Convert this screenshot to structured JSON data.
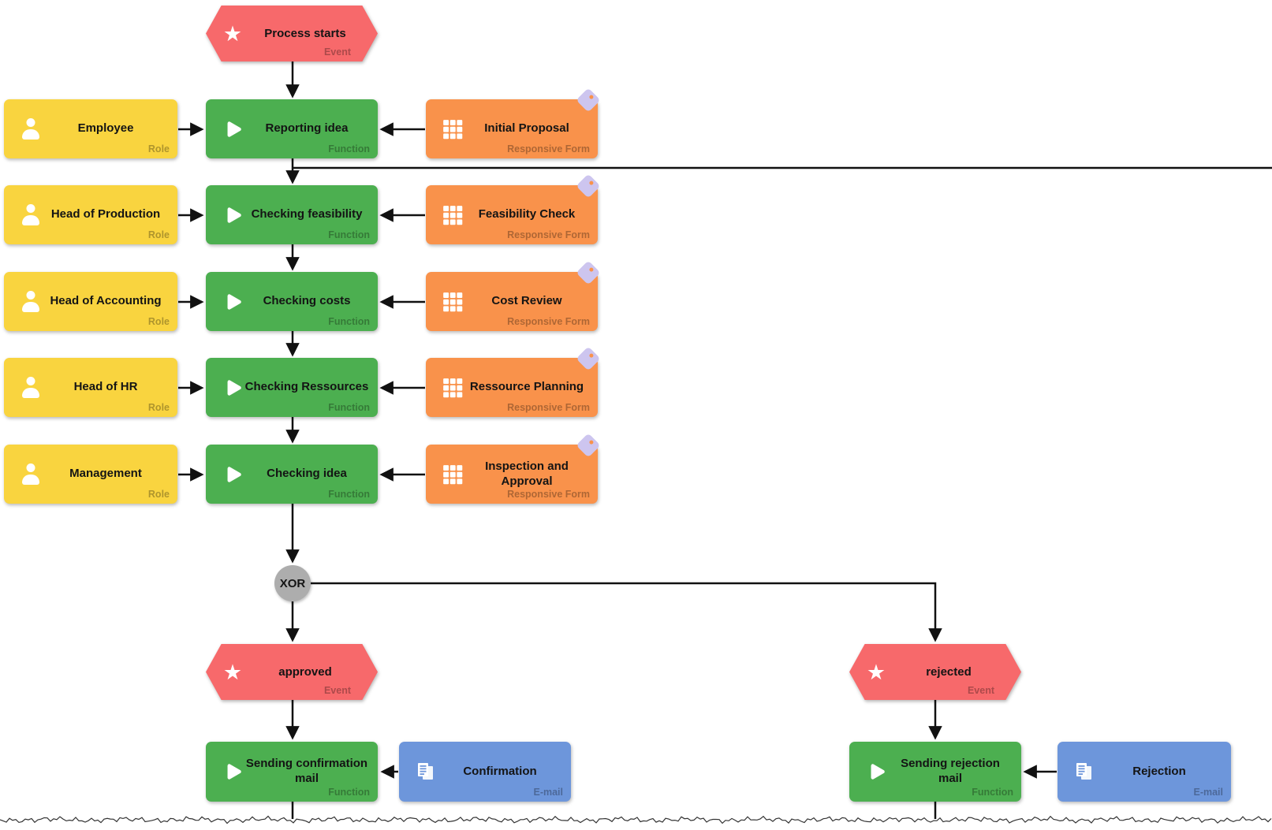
{
  "nodes": {
    "start_event": {
      "label": "Process starts",
      "type": "Event",
      "icon": "star-icon"
    },
    "roles": [
      {
        "label": "Employee",
        "type": "Role",
        "icon": "person-icon"
      },
      {
        "label": "Head of Production",
        "type": "Role",
        "icon": "person-icon"
      },
      {
        "label": "Head of Accounting",
        "type": "Role",
        "icon": "person-icon"
      },
      {
        "label": "Head of HR",
        "type": "Role",
        "icon": "person-icon"
      },
      {
        "label": "Management",
        "type": "Role",
        "icon": "person-icon"
      }
    ],
    "functions": [
      {
        "label": "Reporting idea",
        "type": "Function",
        "icon": "play-icon"
      },
      {
        "label": "Checking feasibility",
        "type": "Function",
        "icon": "play-icon"
      },
      {
        "label": "Checking costs",
        "type": "Function",
        "icon": "play-icon"
      },
      {
        "label": "Checking Ressources",
        "type": "Function",
        "icon": "play-icon"
      },
      {
        "label": "Checking idea",
        "type": "Function",
        "icon": "play-icon"
      }
    ],
    "forms": [
      {
        "label": "Initial Proposal",
        "type": "Responsive Form",
        "icon": "grid-icon"
      },
      {
        "label": "Feasibility Check",
        "type": "Responsive Form",
        "icon": "grid-icon"
      },
      {
        "label": "Cost Review",
        "type": "Responsive Form",
        "icon": "grid-icon"
      },
      {
        "label": "Ressource Planning",
        "type": "Responsive Form",
        "icon": "grid-icon"
      },
      {
        "label": "Inspection and Approval",
        "type": "Responsive Form",
        "icon": "grid-icon"
      }
    ],
    "xor_gateway": {
      "label": "XOR"
    },
    "approved_event": {
      "label": "approved",
      "type": "Event",
      "icon": "star-icon"
    },
    "rejected_event": {
      "label": "rejected",
      "type": "Event",
      "icon": "star-icon"
    },
    "confirmation_function": {
      "label": "Sending confirmation mail",
      "type": "Function",
      "icon": "play-icon"
    },
    "confirmation_email": {
      "label": "Confirmation",
      "type": "E-mail",
      "icon": "documents-icon"
    },
    "rejection_function": {
      "label": "Sending rejection mail",
      "type": "Function",
      "icon": "play-icon"
    },
    "rejection_email": {
      "label": "Rejection",
      "type": "E-mail",
      "icon": "documents-icon"
    }
  },
  "colors": {
    "event_red": "#F7696B",
    "role_yellow": "#F9D43F",
    "function_green": "#4CAF50",
    "form_orange": "#F9924B",
    "email_blue": "#6D96DB",
    "gateway_gray": "#ADADAD",
    "tag_lavender": "#CDC5EF",
    "connector_black": "#111111"
  }
}
